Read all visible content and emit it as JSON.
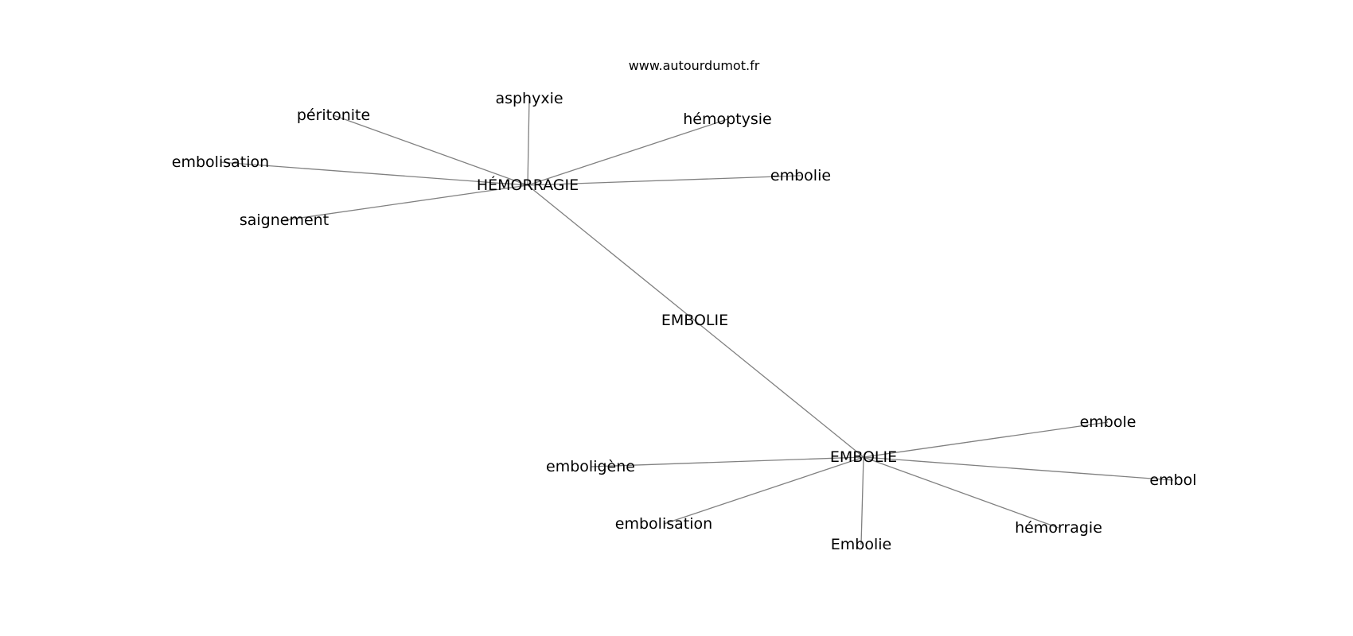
{
  "source": "www.autourdumot.fr",
  "nodes": [
    {
      "id": "hemorragie-hub",
      "label": "HÉMORRAGIE"
    },
    {
      "id": "embolie-hub",
      "label": "EMBOLIE"
    },
    {
      "id": "embolie-mid",
      "label": "EMBOLIE"
    },
    {
      "id": "asphyxie",
      "label": "asphyxie"
    },
    {
      "id": "peritonite",
      "label": "péritonite"
    },
    {
      "id": "hemoptysie",
      "label": "hémoptysie"
    },
    {
      "id": "embolisation-1",
      "label": "embolisation"
    },
    {
      "id": "embolie-low",
      "label": "embolie"
    },
    {
      "id": "saignement",
      "label": "saignement"
    },
    {
      "id": "embole",
      "label": "embole"
    },
    {
      "id": "emboligene",
      "label": "emboligène"
    },
    {
      "id": "embol",
      "label": "embol"
    },
    {
      "id": "embolisation-2",
      "label": "embolisation"
    },
    {
      "id": "hemorragie-low",
      "label": "hémorragie"
    },
    {
      "id": "embolie-cap",
      "label": "Embolie"
    }
  ],
  "edges": [
    [
      "hemorragie-hub",
      "asphyxie"
    ],
    [
      "hemorragie-hub",
      "peritonite"
    ],
    [
      "hemorragie-hub",
      "hemoptysie"
    ],
    [
      "hemorragie-hub",
      "embolisation-1"
    ],
    [
      "hemorragie-hub",
      "embolie-low"
    ],
    [
      "hemorragie-hub",
      "saignement"
    ],
    [
      "hemorragie-hub",
      "embolie-hub"
    ],
    [
      "embolie-hub",
      "embole"
    ],
    [
      "embolie-hub",
      "emboligene"
    ],
    [
      "embolie-hub",
      "embol"
    ],
    [
      "embolie-hub",
      "embolisation-2"
    ],
    [
      "embolie-hub",
      "hemorragie-low"
    ],
    [
      "embolie-hub",
      "embolie-cap"
    ]
  ]
}
